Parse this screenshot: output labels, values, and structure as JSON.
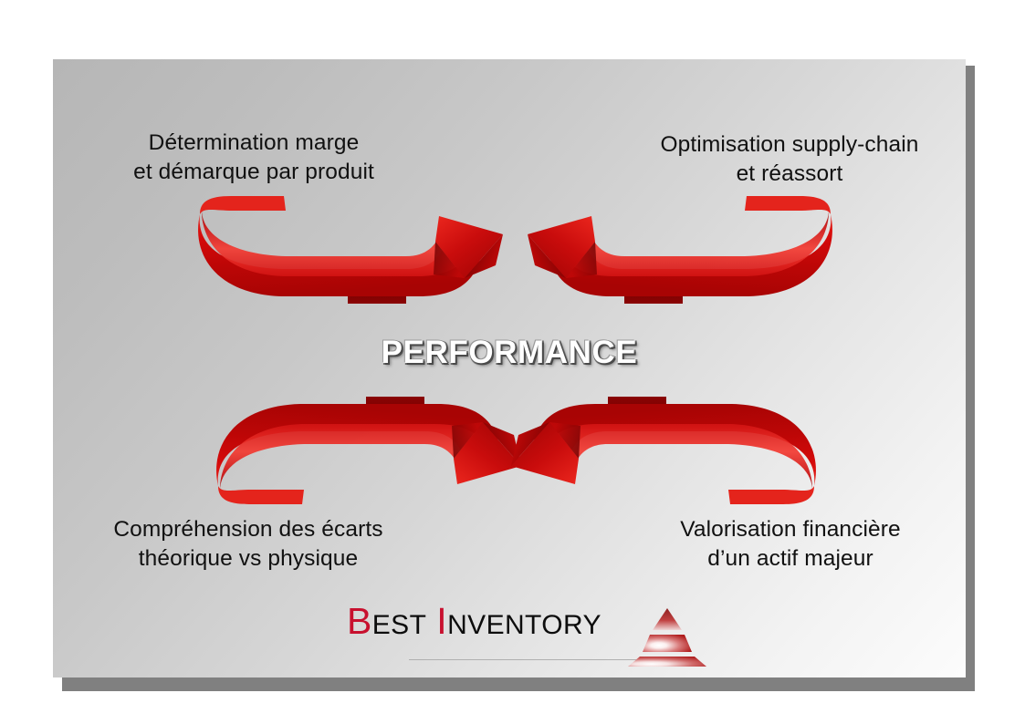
{
  "slide": {
    "center_label": "PERFORMANCE",
    "background": {
      "gradient_from": "#b6b6b6",
      "gradient_to": "#fcfcfc",
      "shadow_color": "#808080"
    },
    "quadrants": [
      {
        "position": "top-left",
        "text": "Détermination marge\net démarque par produit",
        "arrow": {
          "name": "curved-arrow-top-left",
          "direction": "down-right",
          "color": "#D10A0A"
        }
      },
      {
        "position": "top-right",
        "text": "Optimisation supply-chain\net réassort",
        "arrow": {
          "name": "curved-arrow-top-right",
          "direction": "down-left",
          "color": "#D10A0A"
        }
      },
      {
        "position": "bottom-left",
        "text": "Compréhension des écarts\nthéorique vs physique",
        "arrow": {
          "name": "curved-arrow-bottom-left",
          "direction": "up-right",
          "color": "#D10A0A"
        }
      },
      {
        "position": "bottom-right",
        "text": "Valorisation financière\nd’un actif majeur",
        "arrow": {
          "name": "curved-arrow-bottom-right",
          "direction": "up-left",
          "color": "#D10A0A"
        }
      }
    ]
  },
  "logo": {
    "word_one_initial": "B",
    "word_one_rest": "EST",
    "word_two_initial": "I",
    "word_two_rest": "NVENTORY",
    "full_text": "BEST INVENTORY",
    "accent_color": "#C8102E",
    "text_color": "#0d0d0d",
    "mark": "pyramid-icon"
  }
}
